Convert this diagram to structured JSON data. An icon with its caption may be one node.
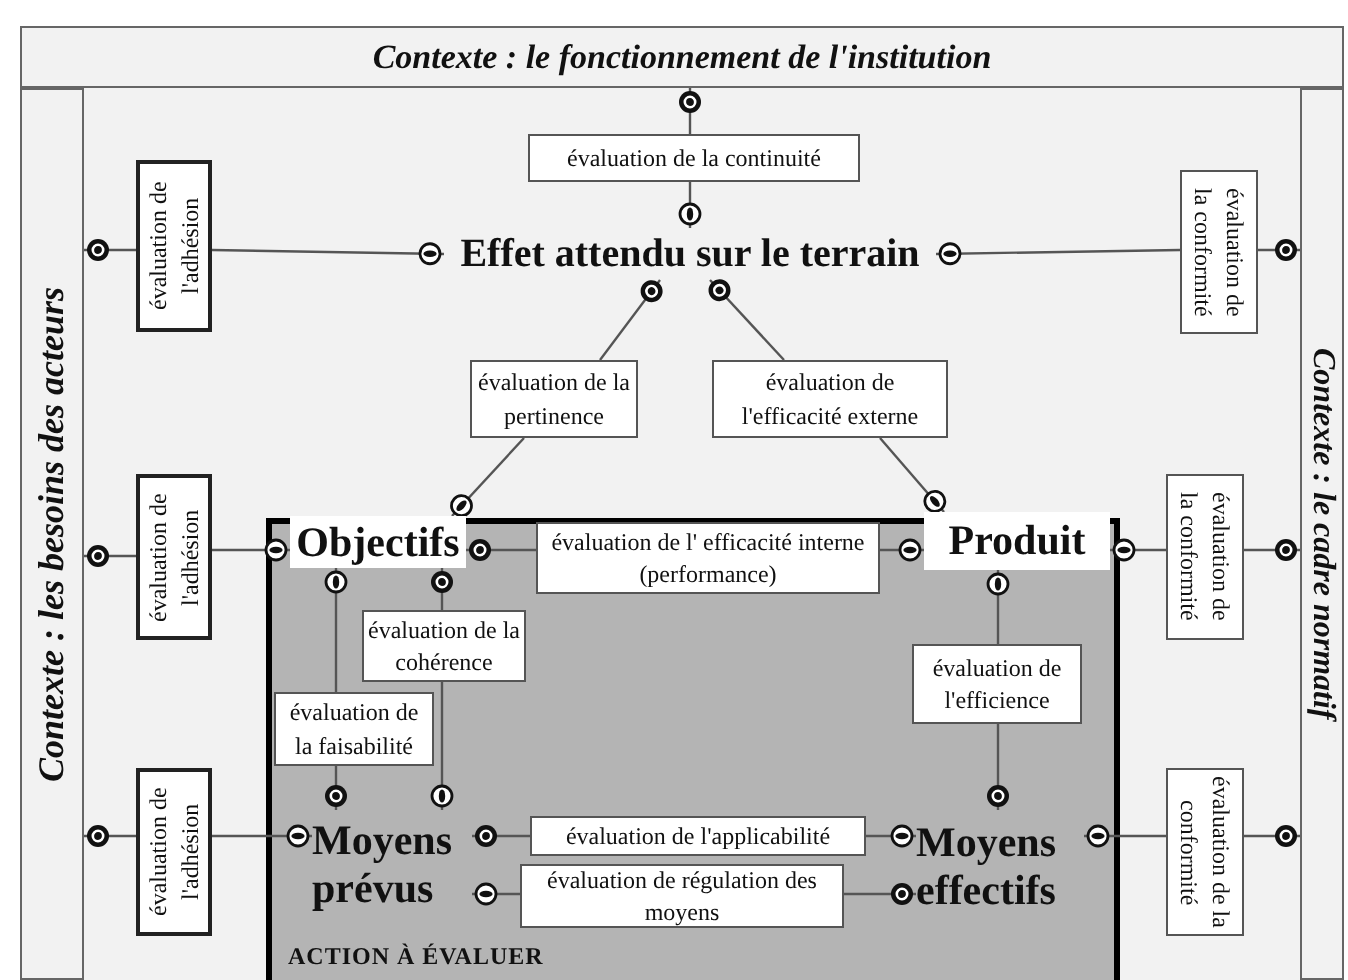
{
  "diagram": {
    "nodes": [
      {
        "text": [
          "Contexte : le fonctionnement de l'institution"
        ]
      },
      {
        "text": [
          "Contexte : les besoins des acteurs"
        ]
      },
      {
        "text": [
          "Contexte : le cadre normatif"
        ]
      },
      {
        "text": [
          "évaluation de la continuité"
        ]
      },
      {
        "text": [
          "évaluation de l'adhésion"
        ]
      },
      {
        "text": [
          "Effet attendu sur le terrain"
        ]
      },
      {
        "text": [
          "évaluation de la conformité"
        ]
      },
      {
        "text": [
          "évaluation de la pertinence"
        ]
      },
      {
        "text": [
          "évaluation de l'efficacité externe"
        ]
      },
      {
        "text": [
          "évaluation de l'adhésion"
        ]
      },
      {
        "text": [
          "ACTION À ÉVALUER"
        ]
      },
      {
        "text": [
          "Objectifs"
        ],
        "in": 10
      },
      {
        "text": [
          "évaluation de l' efficacité interne (performance)"
        ],
        "in": 10
      },
      {
        "text": [
          "Produit"
        ],
        "in": 10
      },
      {
        "text": [
          "évaluation de la conformité"
        ]
      },
      {
        "text": [
          "évaluation de la cohérence"
        ],
        "in": 10
      },
      {
        "text": [
          "évaluation de la faisabilité"
        ],
        "in": 10
      },
      {
        "text": [
          "évaluation de l'efficience"
        ],
        "in": 10
      },
      {
        "text": [
          "évaluation de l'adhésion"
        ]
      },
      {
        "text": [
          "Moyens prévus"
        ],
        "in": 10
      },
      {
        "text": [
          "évaluation de l'applicabilité"
        ],
        "in": 10
      },
      {
        "text": [
          "évaluation de régulation des moyens"
        ],
        "in": 10
      },
      {
        "text": [
          "Moyens effectifs"
        ],
        "in": 10
      },
      {
        "text": [
          "évaluation de la conformité"
        ]
      }
    ],
    "edges": [
      {
        "from": 0,
        "to": 3,
        "arrow": "other"
      },
      {
        "from": 3,
        "to": 5,
        "arrow": "other"
      },
      {
        "from": 1,
        "to": 4,
        "arrow": "other"
      },
      {
        "from": 4,
        "to": 5,
        "arrow": "other"
      },
      {
        "from": 2,
        "to": 6,
        "arrow": "other"
      },
      {
        "from": 6,
        "to": 5,
        "arrow": "other"
      },
      {
        "from": 5,
        "to": 7,
        "arrow": "other"
      },
      {
        "from": 7,
        "to": 11,
        "arrow": "other"
      },
      {
        "from": 5,
        "to": 8,
        "arrow": "other"
      },
      {
        "from": 8,
        "to": 13,
        "arrow": "other"
      },
      {
        "from": 1,
        "to": 9,
        "arrow": "other"
      },
      {
        "from": 9,
        "to": 11,
        "arrow": "other"
      },
      {
        "from": 11,
        "to": 12,
        "arrow": "other"
      },
      {
        "from": 12,
        "to": 13,
        "arrow": "other"
      },
      {
        "from": 2,
        "to": 14,
        "arrow": "other"
      },
      {
        "from": 14,
        "to": 13,
        "arrow": "other"
      },
      {
        "from": 11,
        "to": 15,
        "arrow": "other"
      },
      {
        "from": 15,
        "to": 19,
        "arrow": "other"
      },
      {
        "from": 16,
        "to": 11,
        "arrow": "other"
      },
      {
        "from": 19,
        "to": 16,
        "arrow": "other"
      },
      {
        "from": 17,
        "to": 13,
        "arrow": "other"
      },
      {
        "from": 22,
        "to": 17,
        "arrow": "other"
      },
      {
        "from": 1,
        "to": 18,
        "arrow": "other"
      },
      {
        "from": 18,
        "to": 19,
        "arrow": "other"
      },
      {
        "from": 19,
        "to": 20,
        "arrow": "other"
      },
      {
        "from": 20,
        "to": 22,
        "arrow": "other"
      },
      {
        "from": 22,
        "to": 21,
        "arrow": "other"
      },
      {
        "from": 21,
        "to": 19,
        "arrow": "other"
      },
      {
        "from": 2,
        "to": 23,
        "arrow": "other"
      },
      {
        "from": 23,
        "to": 22,
        "arrow": "other"
      }
    ]
  }
}
